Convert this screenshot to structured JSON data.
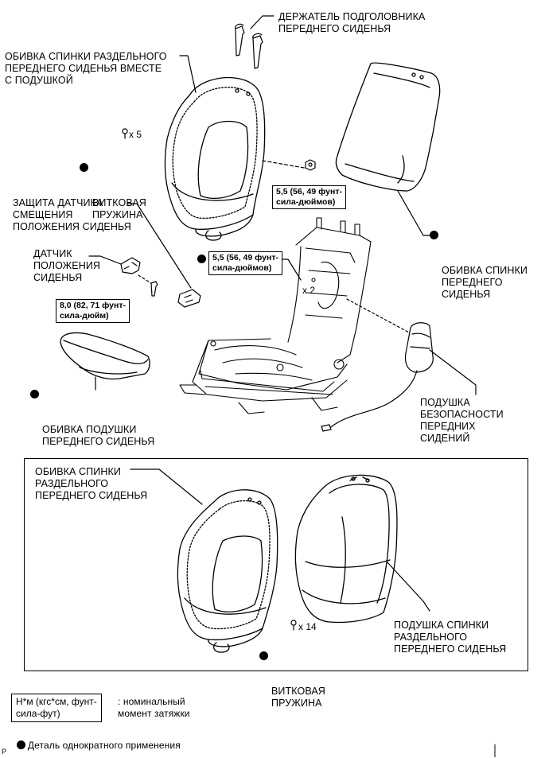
{
  "labels": {
    "headrest_holder": "ДЕРЖАТЕЛЬ ПОДГОЛОВНИКА\nПЕРЕДНЕГО СИДЕНЬЯ",
    "back_cover_top": "ОБИВКА СПИНКИ РАЗДЕЛЬНОГО\nПЕРЕДНЕГО СИДЕНЬЯ ВМЕСТЕ\nС ПОДУШКОЙ",
    "spring_count_top": "x 5",
    "coil_spring_top": "ВИТКОВАЯ\nПРУЖИНА",
    "sensor_protector": "ЗАЩИТА ДАТЧИКА\nСМЕЩЕНИЯ\nПОЛОЖЕНИЯ СИДЕНЬЯ",
    "position_sensor": "ДАТЧИК\nПОЛОЖЕНИЯ\nСИДЕНЬЯ",
    "cushion_cover": "ОБИВКА ПОДУШКИ\nПЕРЕДНЕГО СИДЕНЬЯ",
    "back_cover_right": "ОБИВКА СПИНКИ\nПЕРЕДНЕГО\nСИДЕНЬЯ",
    "airbag": "ПОДУШКА\nБЕЗОПАСНОСТИ\nПЕРЕДНИХ\nСИДЕНИЙ",
    "frame_count": "x 2",
    "back_cover_bottom": "ОБИВКА СПИНКИ\nРАЗДЕЛЬНОГО\nПЕРЕДНЕГО СИДЕНЬЯ",
    "spring_count_bottom": "x 14",
    "coil_spring_bottom": "ВИТКОВАЯ\nПРУЖИНА",
    "back_pad": "ПОДУШКА СПИНКИ\nРАЗДЕЛЬНОГО\nПЕРЕДНЕГО СИДЕНЬЯ",
    "page_marker": "P"
  },
  "torque": {
    "nut_top": "5,5 (56, 49 фунт-\nсила-дюймов)",
    "frame_bolt": "5,5 (56, 49 фунт-\nсила-дюймов)",
    "sensor_bolt": "8,0 (82, 71 фунт-\nсила-дюйм)"
  },
  "legend": {
    "unit_box": "Н*м (кгс*см, фунт-\nсила-фут)",
    "unit_text": ": номинальный\nмомент затяжки",
    "single_use": "Деталь однократного применения"
  }
}
